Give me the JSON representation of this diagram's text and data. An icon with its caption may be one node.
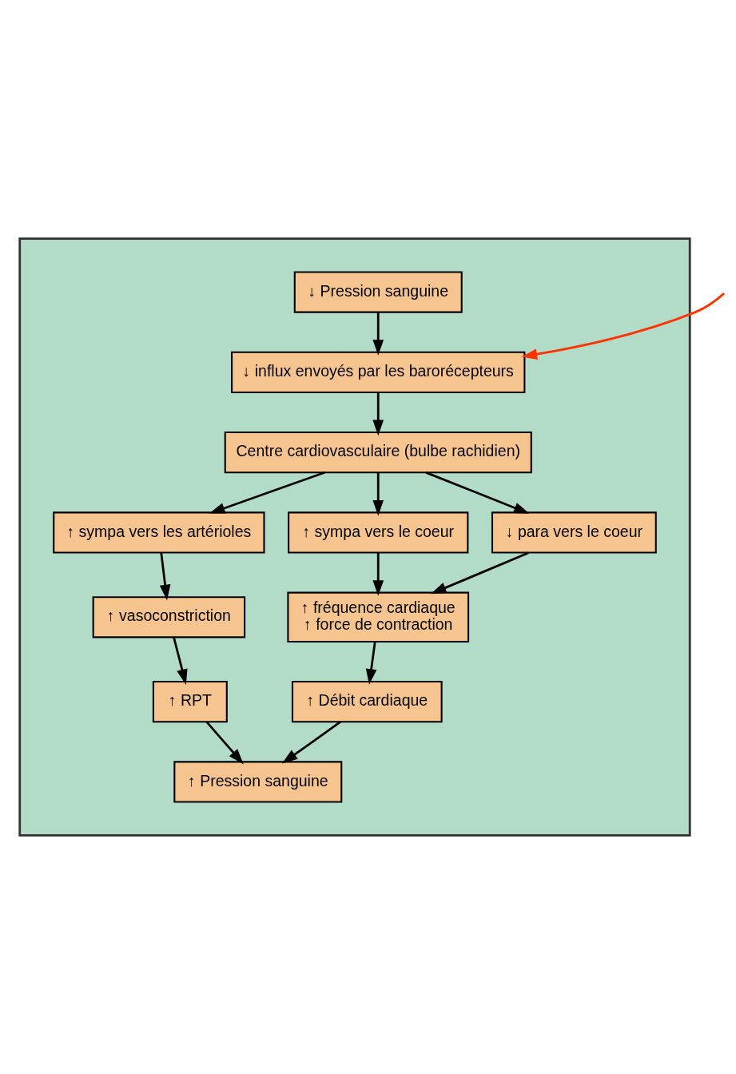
{
  "diagram": {
    "nodes": [
      {
        "text": [],
        "shape": "box"
      },
      {
        "text": [
          "↓ Pression sanguine"
        ],
        "in": 0
      },
      {
        "text": [
          "↓ influx envoyés par les barorécepteurs"
        ],
        "in": 0
      },
      {
        "text": [
          "Centre cardiovasculaire (bulbe rachidien)"
        ],
        "in": 0
      },
      {
        "text": [
          "↑ sympa vers les artérioles"
        ],
        "in": 0
      },
      {
        "text": [
          "↑ sympa vers le coeur"
        ],
        "in": 0
      },
      {
        "text": [
          "↓ para vers le coeur"
        ],
        "in": 0
      },
      {
        "text": [
          "↑ vasoconstriction"
        ],
        "in": 0
      },
      {
        "text": [
          "↑ fréquence cardiaque",
          "↑ force de contraction"
        ],
        "in": 0
      },
      {
        "text": [
          "↑ RPT"
        ],
        "in": 0
      },
      {
        "text": [
          "↑ Débit cardiaque"
        ],
        "in": 0
      },
      {
        "text": [
          "↑ Pression sanguine"
        ],
        "in": 0
      }
    ],
    "edges": [
      {
        "from": 1,
        "to": 2,
        "arrow": "to"
      },
      {
        "from": 2,
        "to": 3,
        "arrow": "to"
      },
      {
        "from": 3,
        "to": 4,
        "arrow": "to"
      },
      {
        "from": 3,
        "to": 5,
        "arrow": "to"
      },
      {
        "from": 3,
        "to": 6,
        "arrow": "to"
      },
      {
        "from": 4,
        "to": 7,
        "arrow": "to"
      },
      {
        "from": 5,
        "to": 8,
        "arrow": "to"
      },
      {
        "from": 6,
        "to": 8,
        "arrow": "to"
      },
      {
        "from": 7,
        "to": 9,
        "arrow": "to"
      },
      {
        "from": 8,
        "to": 10,
        "arrow": "to"
      },
      {
        "from": 9,
        "to": 11,
        "arrow": "to"
      },
      {
        "from": 10,
        "to": 11,
        "arrow": "to"
      },
      {
        "from": null,
        "to": 2,
        "arrow": "to",
        "color": "#ff3300"
      }
    ]
  }
}
